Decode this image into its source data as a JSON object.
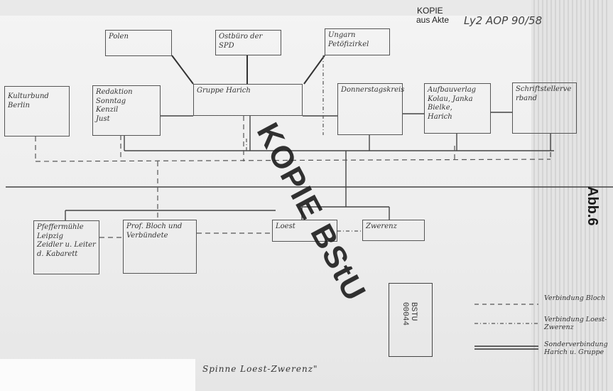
{
  "header": {
    "stamp_line1": "KOPIE",
    "stamp_line2": "aus Akte",
    "akte_ref": "Ly2 AOP 90/58"
  },
  "boxes": {
    "polen": "Polen",
    "ostbuero": "Ostbüro der SPD",
    "ungarn": "Ungarn\nPetöfizirkel",
    "kulturbund": "Kulturbund\nBerlin",
    "redaktion": "Redaktion Sonntag\nKenzil\nJust",
    "gruppe_harich": "Gruppe Harich",
    "donnerstagskreis": "Donnerstagskreis",
    "aufbauverlag": "Aufbauverlag\nKolau, Janka\nBielke,\nHarich",
    "schriftsteller": "Schriftstellerverband",
    "pfeffermuehle": "Pfeffermühle\nLeipzig\nZeidler u. Leiter\nd. Kabarett",
    "prof_bloch": "Prof. Bloch und\nVerbündete",
    "loest": "Loest",
    "zwerenz": "Zwerenz"
  },
  "stamp_diagonal": "KOPIE BStU",
  "stamp_box": "BSTU\n00044",
  "side_label": "Abb.6",
  "legend": {
    "bloch": "Verbindung Bloch",
    "loest": "Verbindung Loest-Zwerenz",
    "sonder": "Sonderverbindung Harich u. Gruppe"
  },
  "title": "Spinne Loest-Zwerenz\""
}
